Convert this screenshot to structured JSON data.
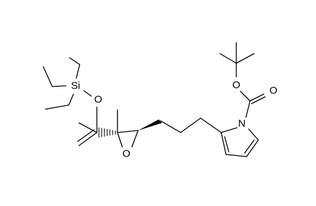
{
  "atoms": {
    "O_ester": "O",
    "O_carbonyl": "O",
    "N_pyrrole": "N",
    "Si": "Si",
    "O_silyl": "O",
    "O_epoxide": "O"
  }
}
